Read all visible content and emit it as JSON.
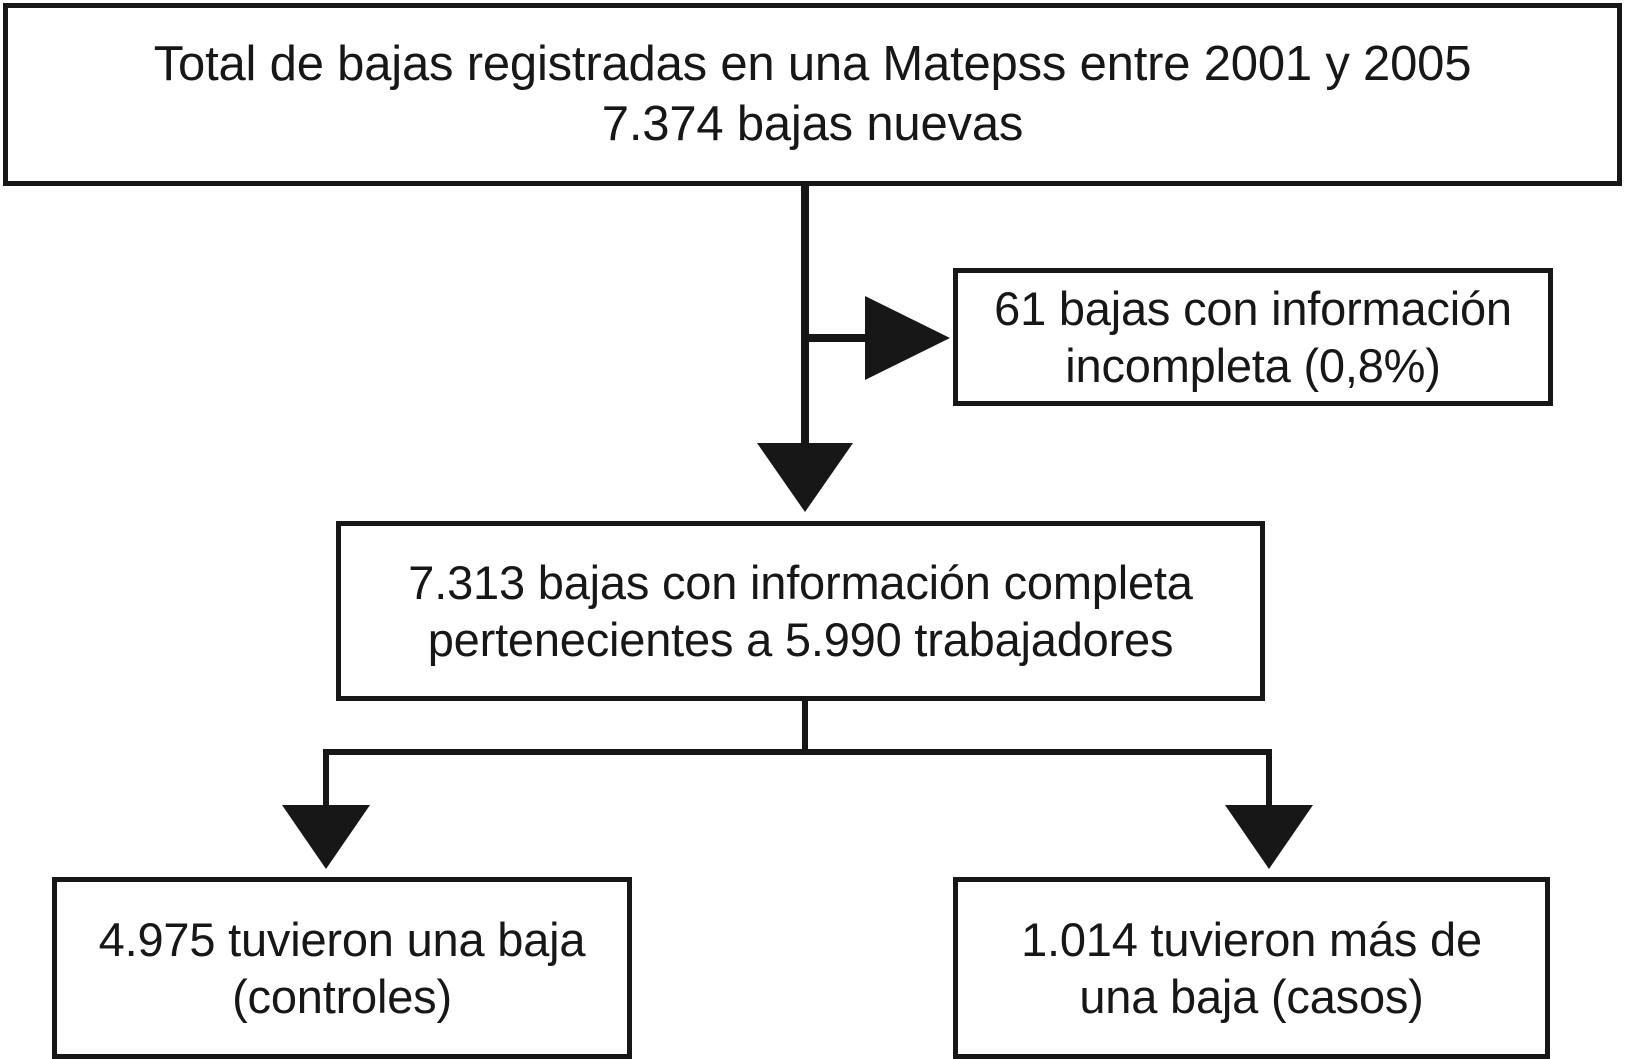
{
  "diagram": {
    "type": "flowchart",
    "title_node": "node-total",
    "line_color": "#171717",
    "box_fill": "#ffffff",
    "nodes": [
      {
        "id": "total",
        "name": "total-bajas-box",
        "text": "Total de bajas registradas en una Matepss entre 2001 y 2005\n7.374 bajas nuevas",
        "line1": "Total de bajas registradas en una Matepss entre 2001 y 2005",
        "line2": "7.374 bajas nuevas",
        "value": 7374
      },
      {
        "id": "incomplete",
        "name": "bajas-incompletas-box",
        "text": "61 bajas con información\nincompleta (0,8%)",
        "line1": "61 bajas con información",
        "line2": "incompleta (0,8%)",
        "value": 61,
        "percent": "0,8%"
      },
      {
        "id": "complete",
        "name": "bajas-completas-box",
        "text": "7.313 bajas con información completa\npertenecientes a 5.990 trabajadores",
        "line1": "7.313 bajas con información completa",
        "line2": "pertenecientes a 5.990 trabajadores",
        "value": 7313,
        "workers": 5990
      },
      {
        "id": "controls",
        "name": "controles-box",
        "text": "4.975 tuvieron una baja\n(controles)",
        "line1": "4.975 tuvieron una baja",
        "line2": "(controles)",
        "value": 4975,
        "group": "controles"
      },
      {
        "id": "cases",
        "name": "casos-box",
        "text": "1.014 tuvieron más de\nuna baja (casos)",
        "line1": "1.014 tuvieron más de",
        "line2": "una baja (casos)",
        "value": 1014,
        "group": "casos"
      }
    ],
    "connectors": [
      {
        "name": "total-to-complete-arrow",
        "from": "total",
        "to": "complete",
        "direction": "down"
      },
      {
        "name": "total-to-incomplete-arrow",
        "from": "total",
        "to": "incomplete",
        "direction": "right"
      },
      {
        "name": "complete-to-controls-arrow",
        "from": "complete",
        "to": "controls",
        "direction": "down-left"
      },
      {
        "name": "complete-to-cases-arrow",
        "from": "complete",
        "to": "cases",
        "direction": "down-right"
      }
    ]
  }
}
